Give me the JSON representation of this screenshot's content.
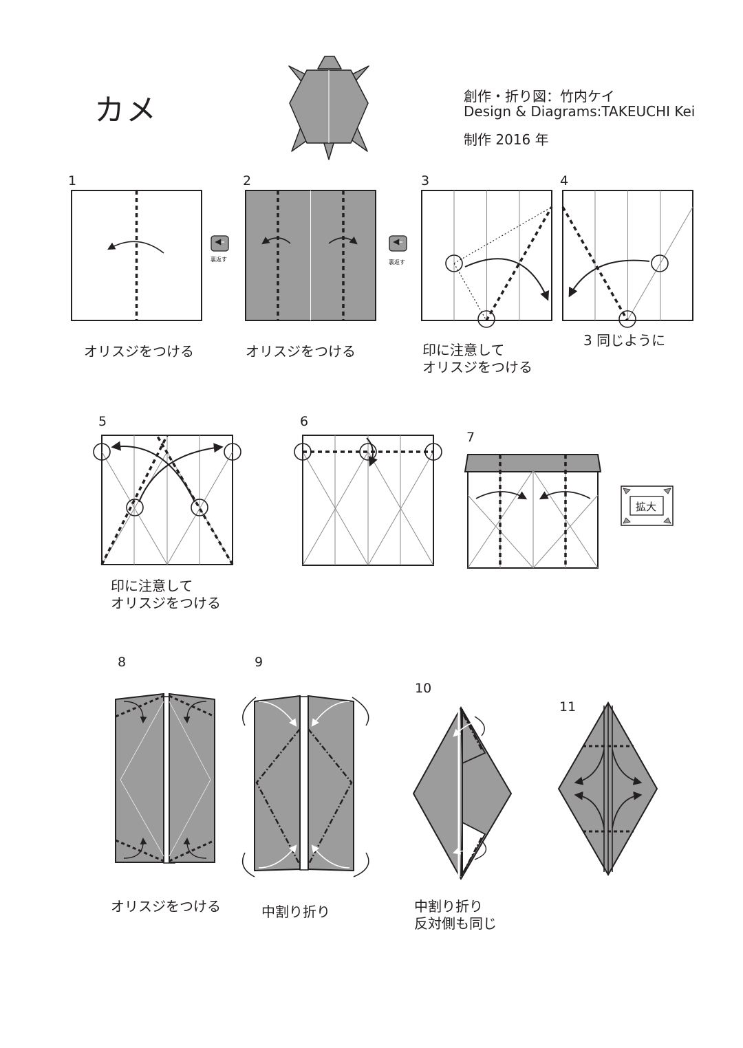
{
  "header": {
    "title": "カメ",
    "credit_jp": "創作・折り図：竹内ケイ",
    "credit_en": "Design & Diagrams:TAKEUCHI Kei",
    "year": "制作 2016 年"
  },
  "colors": {
    "paper_color": "#9d9c9c",
    "paper_white": "#ffffff",
    "line": "#231f20",
    "crease": "#8a8a8a"
  },
  "symbols": {
    "turn_over": "裏返す",
    "enlarge": "拡大"
  },
  "steps": [
    {
      "number": "1",
      "caption": "オリスジをつける"
    },
    {
      "number": "2",
      "caption": "オリスジをつける"
    },
    {
      "number": "3",
      "caption": "印に注意して\nオリスジをつける"
    },
    {
      "number": "4",
      "caption": "3 同じように"
    },
    {
      "number": "5",
      "caption": "印に注意して\nオリスジをつける"
    },
    {
      "number": "6",
      "caption": ""
    },
    {
      "number": "7",
      "caption": ""
    },
    {
      "number": "8",
      "caption": "オリスジをつける"
    },
    {
      "number": "9",
      "caption": "中割り折り"
    },
    {
      "number": "10",
      "caption": "中割り折り\n反対側も同じ"
    },
    {
      "number": "11",
      "caption": ""
    }
  ]
}
